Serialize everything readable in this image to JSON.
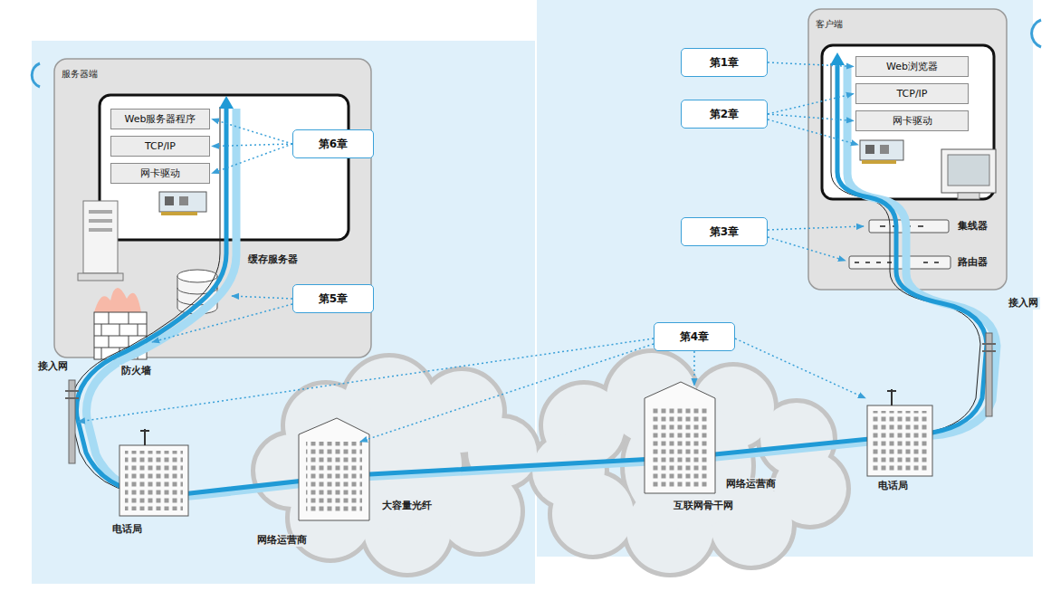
{
  "diagram": {
    "nodes": [
      {
        "text": [
          "服务器端"
        ]
      },
      {
        "text": [
          "Web服务器程序"
        ],
        "in": 0
      },
      {
        "text": [
          "TCP/IP"
        ],
        "in": 0
      },
      {
        "text": [
          "网卡驱动"
        ],
        "in": 0
      },
      {
        "text": [
          "第6章"
        ]
      },
      {
        "text": [
          "第5章"
        ]
      },
      {
        "text": [
          "客户端"
        ]
      },
      {
        "text": [
          "Web浏览器"
        ],
        "in": 6
      },
      {
        "text": [
          "TCP/IP"
        ],
        "in": 6
      },
      {
        "text": [
          "网卡驱动"
        ],
        "in": 6
      },
      {
        "text": [
          "第1章"
        ]
      },
      {
        "text": [
          "第2章"
        ]
      },
      {
        "text": [
          "第3章"
        ]
      },
      {
        "text": [
          "第4章"
        ]
      }
    ],
    "edges": [
      {
        "from": 4,
        "to": 1,
        "arrow": "to"
      },
      {
        "from": 4,
        "to": 2,
        "arrow": "to"
      },
      {
        "from": 4,
        "to": 3,
        "arrow": "to"
      },
      {
        "from": 10,
        "to": 7,
        "arrow": "to"
      },
      {
        "from": 11,
        "to": 8,
        "arrow": "to"
      },
      {
        "from": 11,
        "to": 9,
        "arrow": "to"
      }
    ],
    "labels": [
      "缓存服务器",
      "防火墙",
      "接入网",
      "电话局",
      "网络运营商",
      "大容量光纤",
      "互联网骨干网",
      "网络运营商",
      "电话局",
      "集线器",
      "路由器",
      "接入网"
    ]
  }
}
